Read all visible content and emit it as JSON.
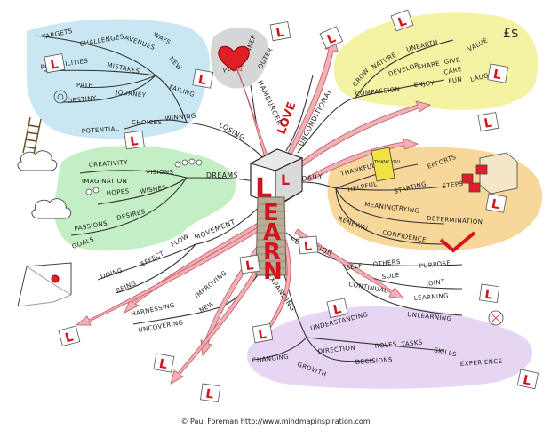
{
  "footer": "© Paul Foreman http://www.mindmapinspiration.com",
  "center": {
    "letters": [
      "L",
      "L",
      "E",
      "A",
      "R",
      "N"
    ]
  },
  "colors": {
    "blue_zone": "#bfe3f1",
    "yellow_zone": "#f4f3a3",
    "green_zone": "#c4eec4",
    "orange_zone": "#f8d79a",
    "grey_zone": "#d6d6d6",
    "lilac_zone": "#e6d6f3",
    "red_accent": "#d4141b",
    "pink_arrow": "#f0b2b8"
  },
  "branches": {
    "losing": "LOSING",
    "hamburger": "HAMBURGER",
    "love": "LOVE",
    "unconditional": "UNCONDITIONAL",
    "daily": "DAILY",
    "dreams": "DREAMS",
    "movement": "MOVEMENT",
    "education": "EDUCATION",
    "expanding": "EXPANDING"
  },
  "words": {
    "targets": "TARGETS",
    "challenges": "CHALLENGES",
    "avenues": "AVENUES",
    "ways": "WAYS",
    "possibilities": "POSSIBILITIES",
    "mistakes": "MISTAKES",
    "new": "NEW",
    "path": "PATH",
    "failing": "FAILING",
    "destiny": "DESTINY",
    "journey": "JOURNEY",
    "potential": "POTENTIAL",
    "choices": "CHOICES",
    "winning": "WINNING",
    "peace": "PEACE",
    "inner": "INNER",
    "outer": "OUTER",
    "grow": "GROW",
    "nature": "NATURE",
    "unearth": "UNEARTH",
    "develop": "DEVELOP",
    "share": "SHARE",
    "give": "GIVE",
    "value": "VALUE",
    "care": "CARE",
    "compassion": "COMPASSION",
    "enjoy": "ENJOY",
    "fun": "FUN",
    "laughter": "LAUGHTER",
    "thankful": "THANKFUL",
    "efforts": "EFFORTS",
    "helpful": "HELPFUL",
    "starting": "STARTING",
    "steps": "STEPS",
    "meaning": "MEANING",
    "trying": "TRYING",
    "renewal": "RENEWAL",
    "determination": "DETERMINATION",
    "confidence": "CONFIDENCE",
    "thank_you": "THANK YOU",
    "creativity": "CREATIVITY",
    "imagination": "IMAGINATION",
    "visions": "VISIONS",
    "hopes": "HOPES",
    "wishes": "WISHES",
    "passions": "PASSIONS",
    "desires": "DESIRES",
    "goals": "GOALS",
    "effect": "EFFECT",
    "flow": "FLOW",
    "doing": "DOING",
    "being": "BEING",
    "improving": "IMPROVING",
    "harnessing": "HARNESSING",
    "new2": "NEW",
    "uncovering": "UNCOVERING",
    "self": "SELF",
    "others": "OTHERS",
    "purpose": "PURPOSE",
    "sole": "SOLE",
    "joint": "JOINT",
    "continual": "CONTINUAL",
    "learning": "LEARNING",
    "unlearning": "UNLEARNING",
    "understanding": "UNDERSTANDING",
    "direction": "DIRECTION",
    "roles": "ROLES",
    "tasks": "TASKS",
    "skills": "SKILLS",
    "experience": "EXPERIENCE",
    "changing": "CHANGING",
    "growth": "GROWTH",
    "decisions": "DECISIONS"
  },
  "icons": [
    "heart-icon",
    "l-plate-icon",
    "ladder-icon",
    "cloud-icon",
    "football-goal-icon",
    "pound-dollar-icon",
    "thank-you-card-icon",
    "steps-block-icon",
    "tick-icon",
    "maze-icon",
    "compass-icon"
  ]
}
